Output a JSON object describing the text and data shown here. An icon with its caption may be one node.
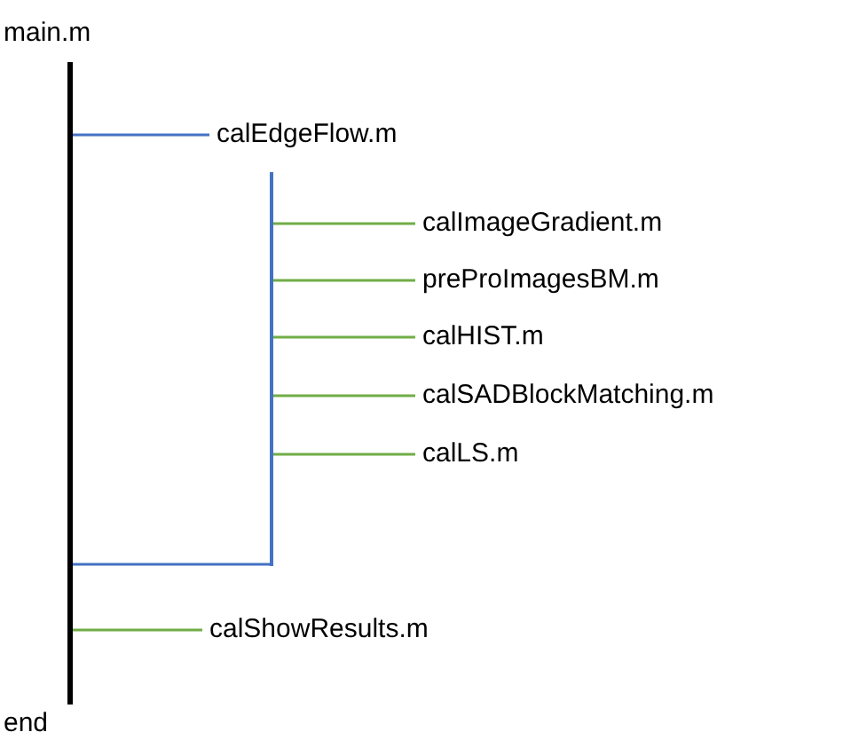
{
  "diagram": {
    "nodes": [
      {
        "text": [],
        "shape": "bar",
        "beside": [
          "main.m",
          "end"
        ]
      },
      {
        "text": [
          "calEdgeFlow.m"
        ]
      },
      {
        "text": [],
        "shape": "bar"
      },
      {
        "text": [
          "calImageGradient.m"
        ]
      },
      {
        "text": [
          "preProImagesBM.m"
        ]
      },
      {
        "text": [
          "calHIST.m"
        ]
      },
      {
        "text": [
          "calSADBlockMatching.m"
        ]
      },
      {
        "text": [
          "calLS.m"
        ]
      },
      {
        "text": [
          "calShowResults.m"
        ]
      }
    ],
    "edges": [
      {
        "from": 0,
        "to": 1,
        "arrow": "none",
        "color": "#4472c4"
      },
      {
        "from": 2,
        "to": 0,
        "arrow": "none",
        "color": "#4472c4"
      },
      {
        "from": 2,
        "to": 3,
        "arrow": "none"
      },
      {
        "from": 2,
        "to": 4,
        "arrow": "none"
      },
      {
        "from": 2,
        "to": 5,
        "arrow": "none"
      },
      {
        "from": 2,
        "to": 6,
        "arrow": "none"
      },
      {
        "from": 2,
        "to": 7,
        "arrow": "none"
      },
      {
        "from": 0,
        "to": 8,
        "arrow": "none"
      }
    ]
  }
}
